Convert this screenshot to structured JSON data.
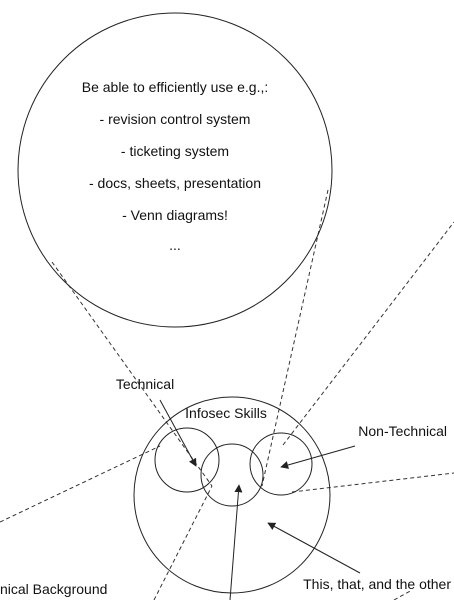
{
  "callout": {
    "lines": [
      "Be able to efficiently use e.g.,:",
      "- revision control system",
      "- ticketing system",
      "- docs, sheets, presentation",
      "- Venn diagrams!",
      "..."
    ]
  },
  "outer_circle_label": "Infosec Skills",
  "labels": {
    "technical": "Technical",
    "non_technical": "Non-Technical",
    "background": "nical Background",
    "other": "This, that, and the other"
  },
  "colors": {
    "stroke": "#222222",
    "background": "#ffffff"
  }
}
